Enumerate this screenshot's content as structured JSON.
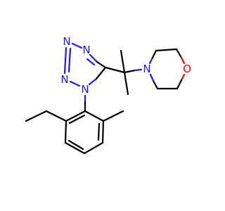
{
  "molecule": {
    "atoms": {
      "n_top_left": "N",
      "n_top_right": "N",
      "n_mid_left": "N",
      "n1_ring": "N",
      "n_morpholine": "N",
      "o_morpholine": "O"
    },
    "colors": {
      "bond": "#000000",
      "nitrogen": "#1a1aff",
      "oxygen": "#ff0000",
      "background": "#ffffff"
    }
  }
}
